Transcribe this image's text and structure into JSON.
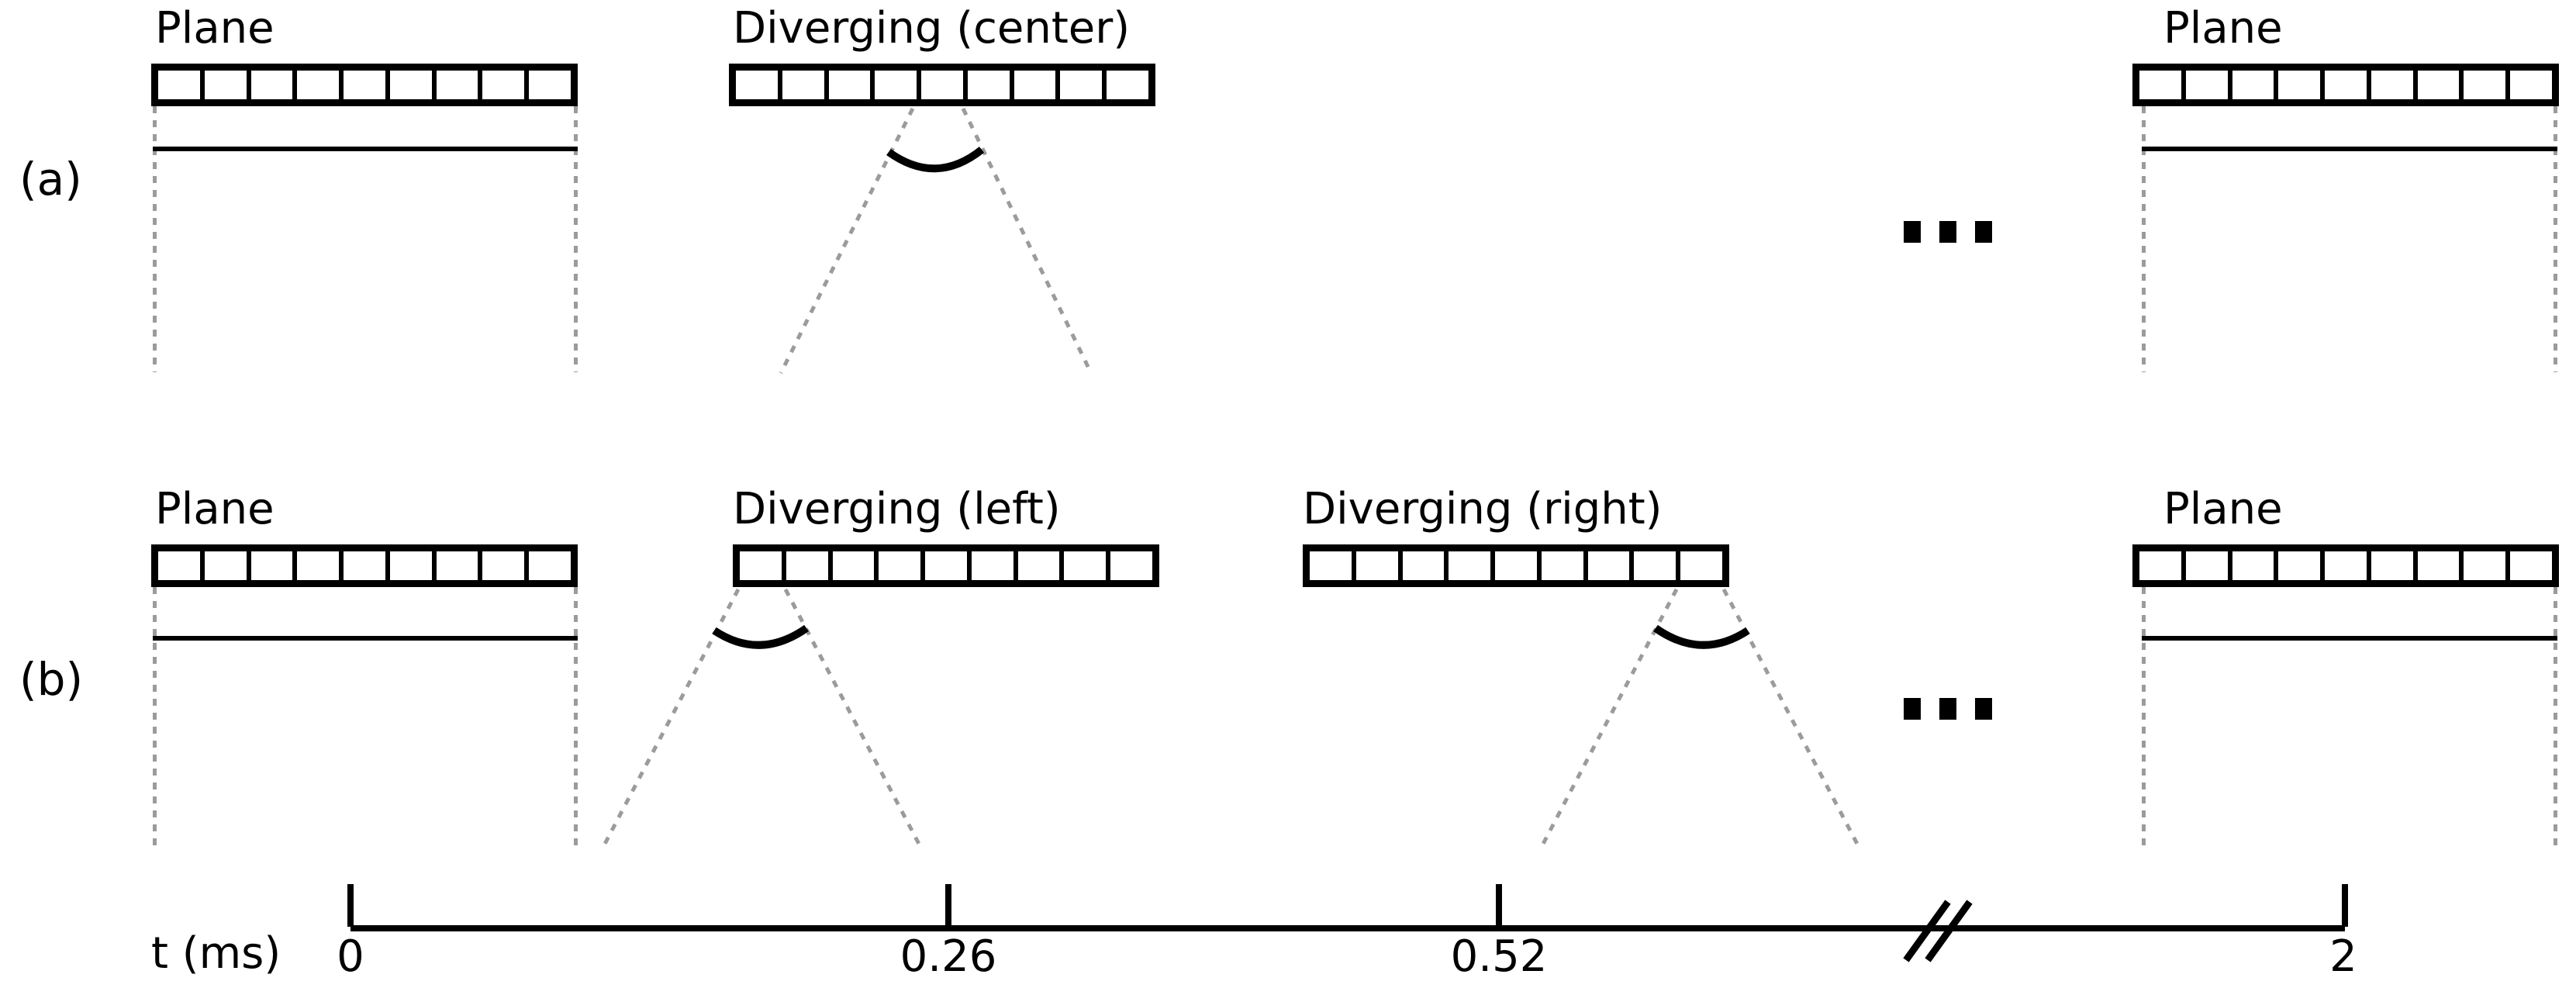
{
  "figure": {
    "background": "#ffffff",
    "ink_color": "#000000",
    "guide_color": "#9b9b9b",
    "array_elements_per_array": 9
  },
  "rows": [
    {
      "label": "(a)",
      "panels": [
        {
          "type": "plane",
          "label": "Plane"
        },
        {
          "type": "diverging",
          "label": "Diverging (center)",
          "origin": "center"
        },
        {
          "type": "ellipsis",
          "symbol": "..."
        },
        {
          "type": "plane",
          "label": "Plane"
        }
      ]
    },
    {
      "label": "(b)",
      "panels": [
        {
          "type": "plane",
          "label": "Plane"
        },
        {
          "type": "diverging",
          "label": "Diverging (left)",
          "origin": "left"
        },
        {
          "type": "diverging",
          "label": "Diverging (right)",
          "origin": "right"
        },
        {
          "type": "ellipsis",
          "symbol": "..."
        },
        {
          "type": "plane",
          "label": "Plane"
        }
      ]
    }
  ],
  "timeline": {
    "axis_label": "t (ms)",
    "ticks": [
      {
        "value": "0"
      },
      {
        "value": "0.26"
      },
      {
        "value": "0.52"
      },
      {
        "value": "2"
      }
    ],
    "has_axis_break": true
  }
}
